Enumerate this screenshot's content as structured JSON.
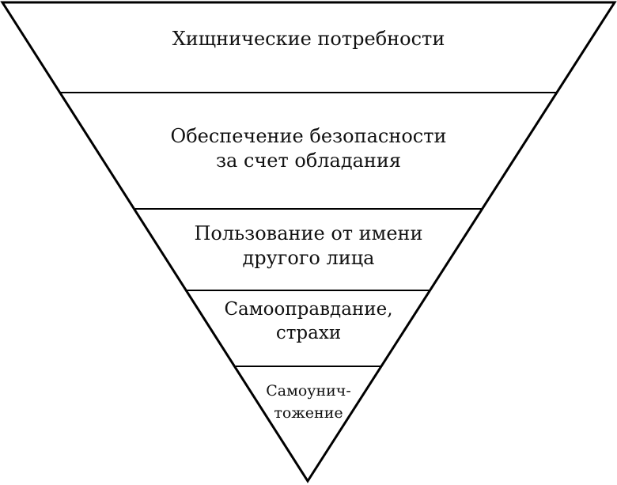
{
  "diagram": {
    "title": "Inverted pyramid of needs",
    "levels": [
      {
        "lines": [
          "Хищнические потребности"
        ]
      },
      {
        "lines": [
          "Обеспечение безопасности",
          "за счет обладания"
        ]
      },
      {
        "lines": [
          "Пользование от имени",
          "другого лица"
        ]
      },
      {
        "lines": [
          "Самооправдание,",
          "страхи"
        ]
      },
      {
        "lines": [
          "Самоунич-",
          "тожение"
        ]
      }
    ],
    "stroke_color": "#000000"
  }
}
